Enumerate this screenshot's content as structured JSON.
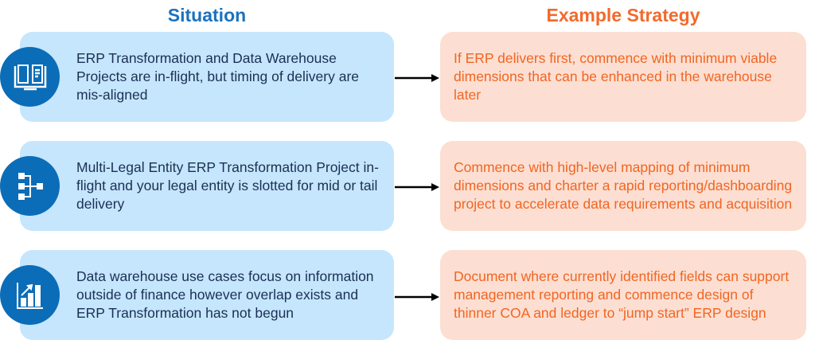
{
  "headers": {
    "situation": "Situation",
    "strategy": "Example Strategy"
  },
  "rows": [
    {
      "icon": "book-icon",
      "situation": "ERP Transformation and Data Warehouse Projects are in-flight, but timing of delivery are mis-aligned",
      "strategy": "If ERP delivers first, commence with minimum viable dimensions that can be enhanced in the warehouse later"
    },
    {
      "icon": "hierarchy-icon",
      "situation": "Multi-Legal Entity ERP Transformation Project in-flight and your legal entity is slotted for mid or tail delivery",
      "strategy": "Commence with high-level mapping of minimum dimensions and charter a rapid reporting/dashboarding project to accelerate data requirements and acquisition"
    },
    {
      "icon": "bar-chart-growth-icon",
      "situation": "Data warehouse use cases focus on information outside of finance however overlap exists and ERP Transformation has not begun",
      "strategy": "Document where currently identified fields can support management reporting and commence design of thinner COA and ledger to “jump start” ERP design"
    }
  ],
  "colors": {
    "situation_accent": "#1b72bf",
    "strategy_accent": "#f26522",
    "situation_box": "#c5e6fc",
    "strategy_box": "#fcdfd2"
  }
}
